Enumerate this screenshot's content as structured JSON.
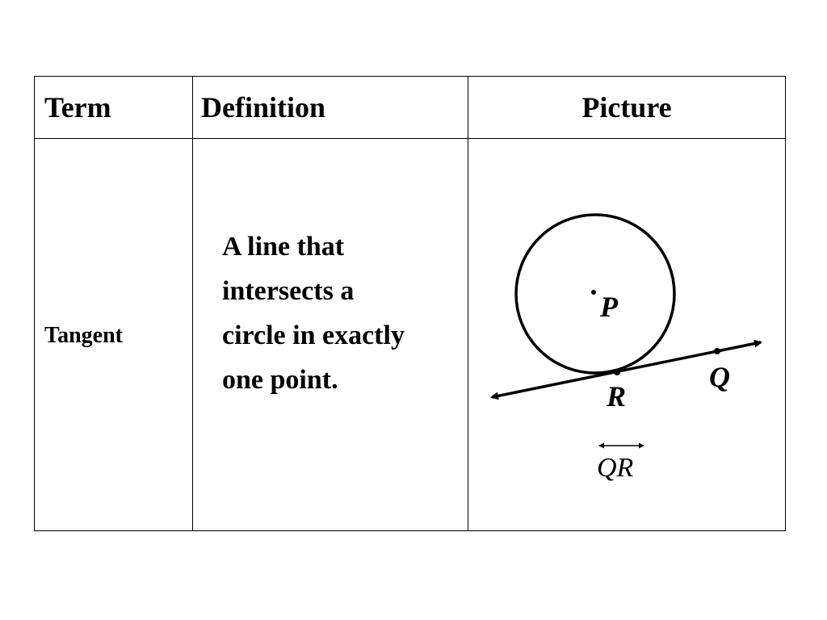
{
  "table": {
    "headers": {
      "term": "Term",
      "definition": "Definition",
      "picture": "Picture"
    },
    "row": {
      "term": "Tangent",
      "definition": "A line that intersects a circle in exactly one point."
    }
  },
  "figure": {
    "center_label": "P",
    "tangent_point_label": "R",
    "line_point_label": "Q",
    "notation": "QR"
  }
}
